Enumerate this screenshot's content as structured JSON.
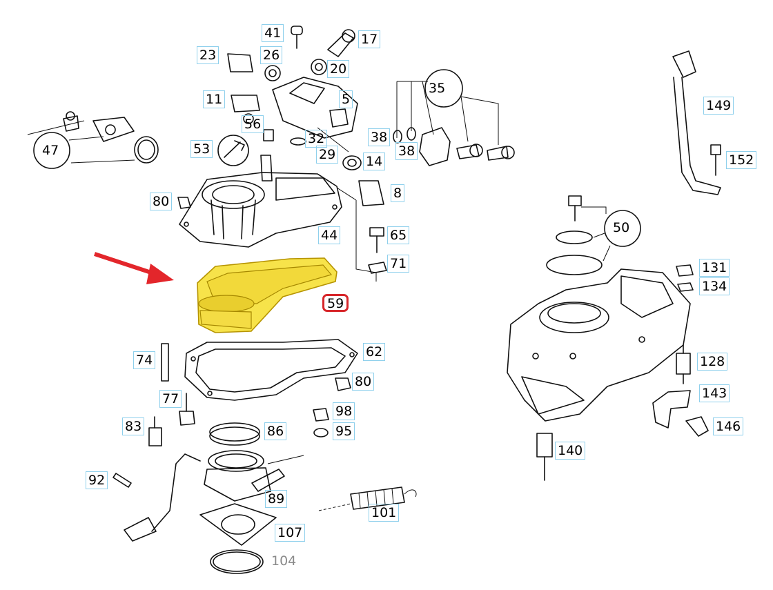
{
  "highlight": {
    "color": "#f7e34a",
    "arrow_color": "#e3262b",
    "selected_border": "#d7262a",
    "label_border": "#8fd0ec"
  },
  "selected_part": "59",
  "parts": [
    {
      "id": "p41",
      "num": "41"
    },
    {
      "id": "p17",
      "num": "17"
    },
    {
      "id": "p23",
      "num": "23"
    },
    {
      "id": "p26",
      "num": "26"
    },
    {
      "id": "p20",
      "num": "20"
    },
    {
      "id": "p11",
      "num": "11"
    },
    {
      "id": "p5",
      "num": "5"
    },
    {
      "id": "p56",
      "num": "56"
    },
    {
      "id": "p35",
      "num": "35"
    },
    {
      "id": "p47",
      "num": "47"
    },
    {
      "id": "p53",
      "num": "53"
    },
    {
      "id": "p32",
      "num": "32"
    },
    {
      "id": "p38a",
      "num": "38"
    },
    {
      "id": "p38b",
      "num": "38"
    },
    {
      "id": "p29",
      "num": "29"
    },
    {
      "id": "p14",
      "num": "14"
    },
    {
      "id": "p149",
      "num": "149"
    },
    {
      "id": "p152",
      "num": "152"
    },
    {
      "id": "p80a",
      "num": "80"
    },
    {
      "id": "p8",
      "num": "8"
    },
    {
      "id": "p44",
      "num": "44"
    },
    {
      "id": "p65",
      "num": "65"
    },
    {
      "id": "p50",
      "num": "50"
    },
    {
      "id": "p71",
      "num": "71"
    },
    {
      "id": "p59",
      "num": "59"
    },
    {
      "id": "p131",
      "num": "131"
    },
    {
      "id": "p134",
      "num": "134"
    },
    {
      "id": "p62",
      "num": "62"
    },
    {
      "id": "p74",
      "num": "74"
    },
    {
      "id": "p80b",
      "num": "80"
    },
    {
      "id": "p128",
      "num": "128"
    },
    {
      "id": "p77",
      "num": "77"
    },
    {
      "id": "p143",
      "num": "143"
    },
    {
      "id": "p98",
      "num": "98"
    },
    {
      "id": "p83",
      "num": "83"
    },
    {
      "id": "p86",
      "num": "86"
    },
    {
      "id": "p95",
      "num": "95"
    },
    {
      "id": "p146",
      "num": "146"
    },
    {
      "id": "p140",
      "num": "140"
    },
    {
      "id": "p92",
      "num": "92"
    },
    {
      "id": "p89",
      "num": "89"
    },
    {
      "id": "p101",
      "num": "101"
    },
    {
      "id": "p107",
      "num": "107"
    },
    {
      "id": "p104",
      "num": "104"
    }
  ]
}
